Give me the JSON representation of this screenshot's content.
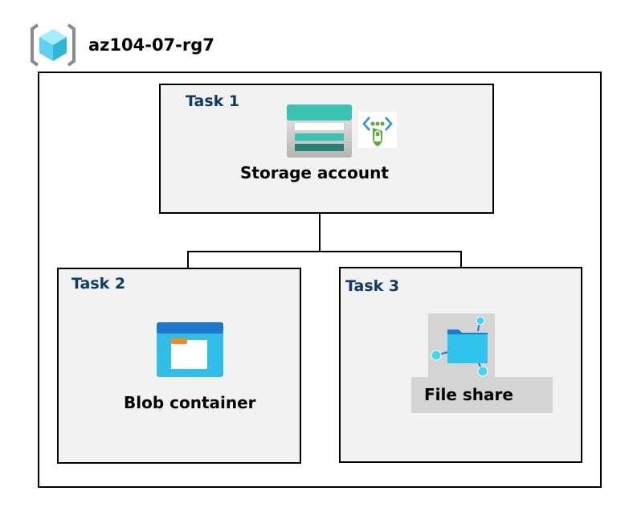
{
  "resource_group": {
    "name": "az104-07-rg7",
    "icon": "resource-group-icon"
  },
  "tasks": [
    {
      "label": "Task 1",
      "resource": "Storage account",
      "icon": "storage-account-icon",
      "badge_icon": "private-endpoint-lock-icon"
    },
    {
      "label": "Task 2",
      "resource": "Blob container",
      "icon": "blob-container-folder-icon"
    },
    {
      "label": "Task 3",
      "resource": "File share",
      "icon": "file-share-icon"
    }
  ],
  "colors": {
    "task_label": "#0e3a63",
    "box_fill": "#f2f2f2",
    "storage_teal": "#3bc2b1",
    "folder_blue": "#1e9de0"
  }
}
